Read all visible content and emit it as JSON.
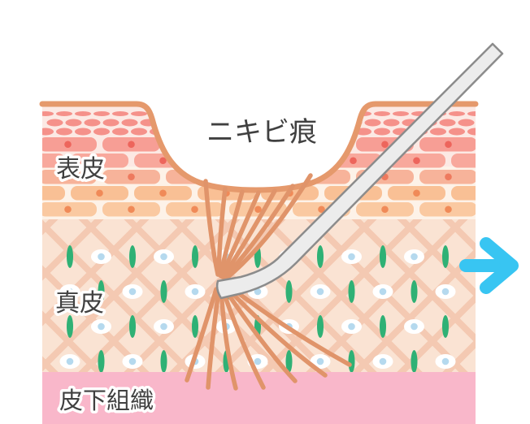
{
  "diagram": {
    "scar_label": "ニキビ痕",
    "layers": {
      "epidermis": "表皮",
      "dermis": "真皮",
      "subcutaneous": "皮下組織"
    },
    "icons": {
      "needle": "subcision-needle",
      "arrow": "arrow-right"
    },
    "palette": {
      "outline": "#e5996c",
      "fiber": "#e0946a",
      "epidermis_bg_top": "#fce9e4",
      "epidermis_bg_bottom": "#fdf2e8",
      "lens_cell": "#f5918a",
      "dermis_bg": "#fae3d3",
      "lattice": "#f4c9b2",
      "collagen_green": "#2fb175",
      "cell_white": "#ffffff",
      "cell_nucleus_blue": "#b5d9ee",
      "subcutaneous_pink": "#f9b7ca",
      "needle_fill": "#ececec",
      "needle_stroke": "#8c8c8c",
      "arrow_blue": "#38c5f2",
      "label_text": "#404040"
    },
    "brick_rows": [
      {
        "fill": "#f79e95",
        "dot": "#ed655c"
      },
      {
        "fill": "#f8a89c",
        "dot": "#ed655c"
      },
      {
        "fill": "#f7b39a",
        "dot": "#ee7a5e"
      },
      {
        "fill": "#f9c095",
        "dot": "#f08a58"
      },
      {
        "fill": "#fac9a1",
        "dot": "#f08a58"
      }
    ]
  }
}
